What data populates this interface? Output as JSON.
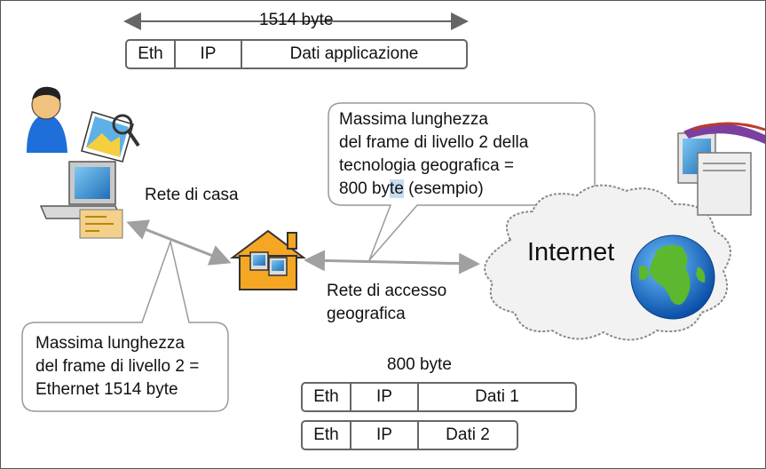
{
  "top_frame": {
    "size_label": "1514 byte",
    "fields": [
      "Eth",
      "IP",
      "Dati applicazione"
    ]
  },
  "home_network_label": "Rete di casa",
  "access_network_label": [
    "Rete di accesso",
    "geografica"
  ],
  "internet_label": "Internet",
  "callout_geo": {
    "lines": [
      "Massima lunghezza",
      "del frame di livello 2 della",
      "tecnologia geografica ="
    ],
    "last_line_a": "800 by",
    "last_line_hl": "te",
    "last_line_b": " (esempio)"
  },
  "callout_eth": {
    "lines": [
      "Massima lunghezza",
      "del frame di livello 2 =",
      "Ethernet 1514 byte"
    ]
  },
  "bottom_frames": {
    "size_label": "800 byte",
    "frame1": [
      "Eth",
      "IP",
      "Dati 1"
    ],
    "frame2": [
      "Eth",
      "IP",
      "Dati 2"
    ]
  }
}
